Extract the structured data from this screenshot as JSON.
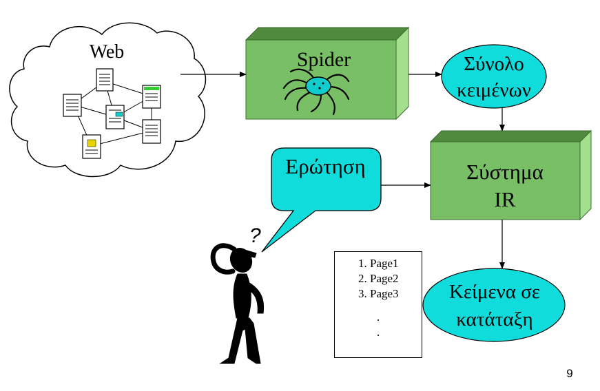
{
  "web": {
    "label": "Web"
  },
  "spider": {
    "label": "Spider"
  },
  "document_set": {
    "line1": "Σύνολο",
    "line2": "κειμένων"
  },
  "ir_system": {
    "line1": "Σύστημα",
    "line2": "IR"
  },
  "query": {
    "label": "Ερώτηση"
  },
  "ranked_docs": {
    "line1": "Κείμενα σε",
    "line2": "κατάταξη"
  },
  "results": {
    "items": [
      "1. Page1",
      "2. Page2",
      "3. Page3"
    ],
    "dots": [
      ".",
      "."
    ]
  },
  "user": {
    "thought": "?"
  },
  "slide_number": "9",
  "colors": {
    "box_green": "#79bf65",
    "box_green_dark": "#4f8a3f",
    "box_green_light": "#a4df8e",
    "ellipse_cyan": "#11dcdc",
    "stroke": "#000000"
  }
}
